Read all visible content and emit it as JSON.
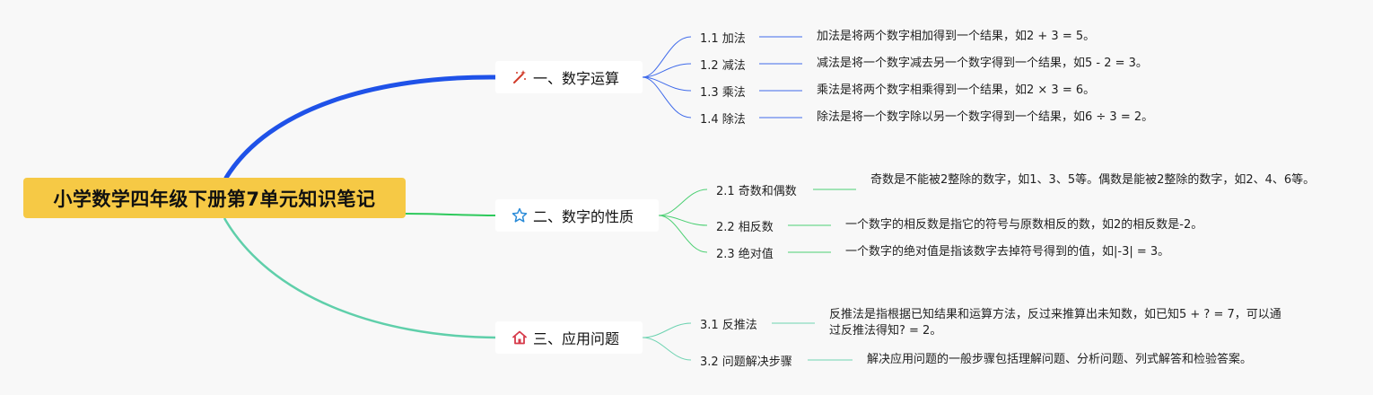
{
  "root": {
    "title": "小学数学四年级下册第7单元知识笔记"
  },
  "branches": [
    {
      "title": "一、数字运算",
      "icon": "magic-wand-icon",
      "color": "#1f52e8",
      "items": [
        {
          "label": "1.1 加法",
          "desc": "加法是将两个数字相加得到一个结果，如2 + 3 = 5。"
        },
        {
          "label": "1.2 减法",
          "desc": "减法是将一个数字减去另一个数字得到一个结果，如5 - 2 = 3。"
        },
        {
          "label": "1.3 乘法",
          "desc": "乘法是将两个数字相乘得到一个结果，如2 × 3 = 6。"
        },
        {
          "label": "1.4 除法",
          "desc": "除法是将一个数字除以另一个数字得到一个结果，如6 ÷ 3 = 2。"
        }
      ]
    },
    {
      "title": "二、数字的性质",
      "icon": "star-icon",
      "color": "#2ec95c",
      "items": [
        {
          "label": "2.1 奇数和偶数",
          "desc": "奇数是不能被2整除的数字，如1、3、5等。偶数是能被2整除的数字，如2、4、6等。"
        },
        {
          "label": "2.2 相反数",
          "desc": "一个数字的相反数是指它的符号与原数相反的数，如2的相反数是-2。"
        },
        {
          "label": "2.3 绝对值",
          "desc": "一个数字的绝对值是指该数字去掉符号得到的值，如|-3| = 3。"
        }
      ]
    },
    {
      "title": "三、应用问题",
      "icon": "home-icon",
      "color": "#5fcfaa",
      "items": [
        {
          "label": "3.1 反推法",
          "desc": "反推法是指根据已知结果和运算方法，反过来推算出未知数，如已知5 + ? = 7，可以通过反推法得知? = 2。"
        },
        {
          "label": "3.2 问题解决步骤",
          "desc": "解决应用问题的一般步骤包括理解问题、分析问题、列式解答和检验答案。"
        }
      ]
    }
  ]
}
